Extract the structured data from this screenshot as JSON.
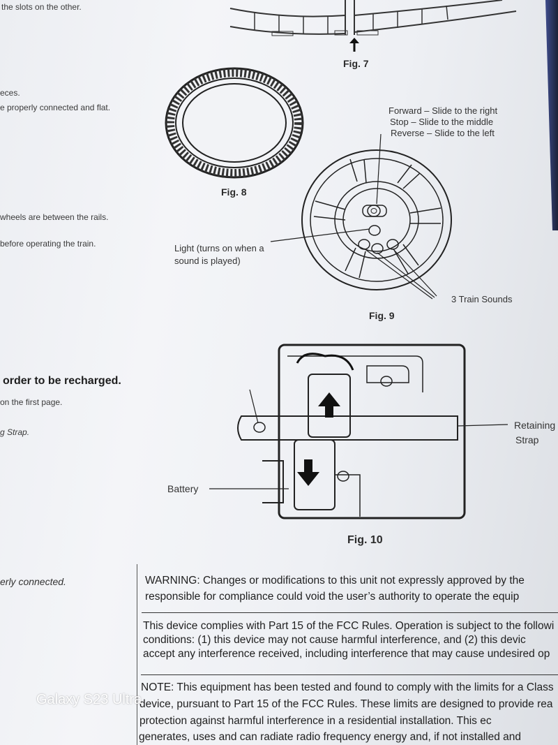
{
  "left_column": {
    "line1": "the slots on the other.",
    "line2": "eces.",
    "line3": "e properly connected and flat.",
    "line4": "wheels are between the rails.",
    "line5": "before operating the train.",
    "heading": "order to be recharged.",
    "line6": "on the first page.",
    "line7": "g Strap.",
    "line8": "erly connected."
  },
  "fig7": {
    "caption": "Fig. 7"
  },
  "fig8": {
    "caption": "Fig. 8"
  },
  "fig9": {
    "caption": "Fig. 9",
    "forward": "Forward – Slide to the right",
    "stop": "Stop – Slide to the middle",
    "reverse": "Reverse – Slide to the left",
    "light_1": "Light (turns on when a",
    "light_2": "sound is played)",
    "sounds": "3 Train Sounds"
  },
  "fig10": {
    "caption": "Fig. 10",
    "strap_1": "Retaining",
    "strap_2": "Strap",
    "battery": "Battery"
  },
  "warning": {
    "line1": "WARNING: Changes or modifications to this unit not expressly approved by the",
    "line2": "responsible for compliance could void the user’s authority to operate the equip"
  },
  "fcc": {
    "line1": "This device complies with Part 15 of the FCC Rules. Operation is subject to the followi",
    "line2": "conditions: (1) this device may not cause harmful interference, and (2) this devic",
    "line3": "accept any interference received, including interference that may cause undesired op"
  },
  "note": {
    "line1": "NOTE: This equipment has been tested and found to comply with the limits for a Class",
    "line2": "device, pursuant to Part 15 of the FCC Rules. These limits are designed to provide rea",
    "line3": "protection against harmful interference in a residential installation. This ec",
    "line4": "generates, uses and can radiate radio frequency energy and, if not installed and"
  },
  "watermark": "Galaxy S23 Ultra"
}
